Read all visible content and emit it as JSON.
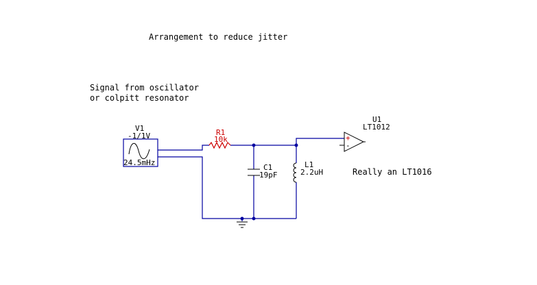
{
  "title": "Arrangement to reduce jitter",
  "note_lines": [
    "Signal from oscillator",
    "or colpitt resonator"
  ],
  "components": {
    "v1": {
      "ref": "V1",
      "value": "-1/1V",
      "freq": "24.5mHz"
    },
    "r1": {
      "ref": "R1",
      "value": "10k"
    },
    "c1": {
      "ref": "C1",
      "value": "19pF"
    },
    "l1": {
      "ref": "L1",
      "value": "2.2uH"
    },
    "u1": {
      "ref": "U1",
      "value": "LT1012",
      "plus": "+",
      "minus": "-"
    }
  },
  "annotation": "Really an LT1016",
  "colors": {
    "wire": "#0000a0",
    "resistor": "#cc0000",
    "component": "#000000"
  }
}
